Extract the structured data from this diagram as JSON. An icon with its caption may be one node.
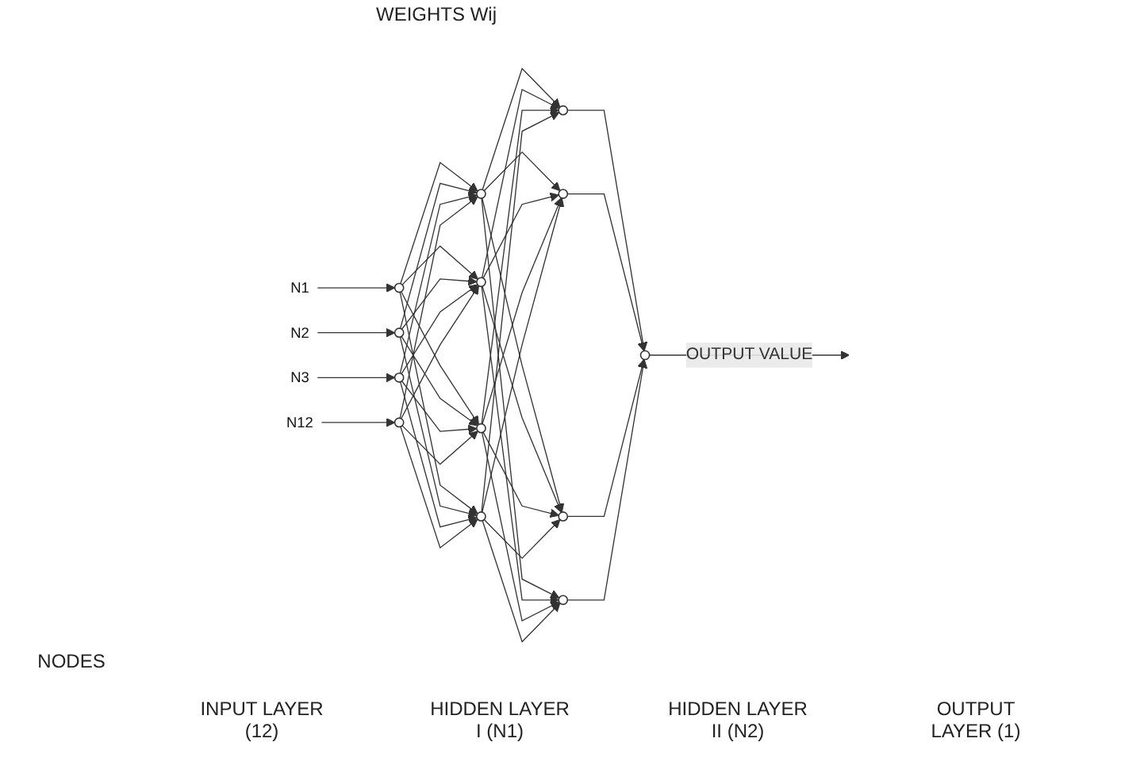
{
  "diagram": {
    "nodes": [
      {
        "text": [
          "N1"
        ]
      },
      {
        "text": [
          "N2"
        ]
      },
      {
        "text": [
          "N3"
        ]
      },
      {
        "text": [
          "N12"
        ]
      },
      {
        "text": [],
        "shape": "circle"
      },
      {
        "text": [],
        "shape": "circle"
      },
      {
        "text": [],
        "shape": "circle"
      },
      {
        "text": [],
        "shape": "circle"
      },
      {
        "text": [],
        "shape": "circle"
      },
      {
        "text": [],
        "shape": "circle"
      },
      {
        "text": [],
        "shape": "circle"
      },
      {
        "text": [],
        "shape": "circle"
      },
      {
        "text": [],
        "shape": "circle"
      },
      {
        "text": [],
        "shape": "circle"
      },
      {
        "text": [],
        "shape": "circle"
      },
      {
        "text": [],
        "shape": "circle"
      },
      {
        "text": [],
        "shape": "circle"
      }
    ],
    "edges": [
      {
        "from": 0,
        "to": 4,
        "arrow": "to"
      },
      {
        "from": 1,
        "to": 5,
        "arrow": "to"
      },
      {
        "from": 2,
        "to": 6,
        "arrow": "to"
      },
      {
        "from": 3,
        "to": 7,
        "arrow": "to"
      },
      {
        "from": 4,
        "to": 8,
        "arrow": "to"
      },
      {
        "from": 4,
        "to": 9,
        "arrow": "to"
      },
      {
        "from": 4,
        "to": 10,
        "arrow": "to"
      },
      {
        "from": 4,
        "to": 11,
        "arrow": "to"
      },
      {
        "from": 5,
        "to": 8,
        "arrow": "to"
      },
      {
        "from": 5,
        "to": 9,
        "arrow": "to"
      },
      {
        "from": 5,
        "to": 10,
        "arrow": "to"
      },
      {
        "from": 5,
        "to": 11,
        "arrow": "to"
      },
      {
        "from": 6,
        "to": 8,
        "arrow": "to"
      },
      {
        "from": 6,
        "to": 9,
        "arrow": "to"
      },
      {
        "from": 6,
        "to": 10,
        "arrow": "to"
      },
      {
        "from": 6,
        "to": 11,
        "arrow": "to"
      },
      {
        "from": 7,
        "to": 8,
        "arrow": "to"
      },
      {
        "from": 7,
        "to": 9,
        "arrow": "to"
      },
      {
        "from": 7,
        "to": 10,
        "arrow": "to"
      },
      {
        "from": 7,
        "to": 11,
        "arrow": "to"
      },
      {
        "from": 8,
        "to": 12,
        "arrow": "to"
      },
      {
        "from": 8,
        "to": 13,
        "arrow": "to"
      },
      {
        "from": 8,
        "to": 14,
        "arrow": "to"
      },
      {
        "from": 8,
        "to": 15,
        "arrow": "to"
      },
      {
        "from": 9,
        "to": 12,
        "arrow": "to"
      },
      {
        "from": 9,
        "to": 13,
        "arrow": "to"
      },
      {
        "from": 9,
        "to": 14,
        "arrow": "to"
      },
      {
        "from": 9,
        "to": 15,
        "arrow": "to"
      },
      {
        "from": 10,
        "to": 12,
        "arrow": "to"
      },
      {
        "from": 10,
        "to": 13,
        "arrow": "to"
      },
      {
        "from": 10,
        "to": 14,
        "arrow": "to"
      },
      {
        "from": 10,
        "to": 15,
        "arrow": "to"
      },
      {
        "from": 11,
        "to": 12,
        "arrow": "to"
      },
      {
        "from": 11,
        "to": 13,
        "arrow": "to"
      },
      {
        "from": 11,
        "to": 14,
        "arrow": "to"
      },
      {
        "from": 11,
        "to": 15,
        "arrow": "to"
      },
      {
        "from": 12,
        "to": 16,
        "arrow": "to"
      },
      {
        "from": 13,
        "to": 16,
        "arrow": "to"
      },
      {
        "from": 14,
        "to": 16,
        "arrow": "to"
      },
      {
        "from": 15,
        "to": 16,
        "arrow": "to"
      },
      {
        "from": 16,
        "to": null,
        "arrow": "to",
        "label": "OUTPUT VALUE"
      }
    ],
    "labels": [
      "WEIGHTS Wij",
      "NODES",
      "INPUT LAYER (12)",
      "HIDDEN LAYER I (N1)",
      "HIDDEN LAYER II (N2)",
      "OUTPUT LAYER (1)"
    ]
  }
}
